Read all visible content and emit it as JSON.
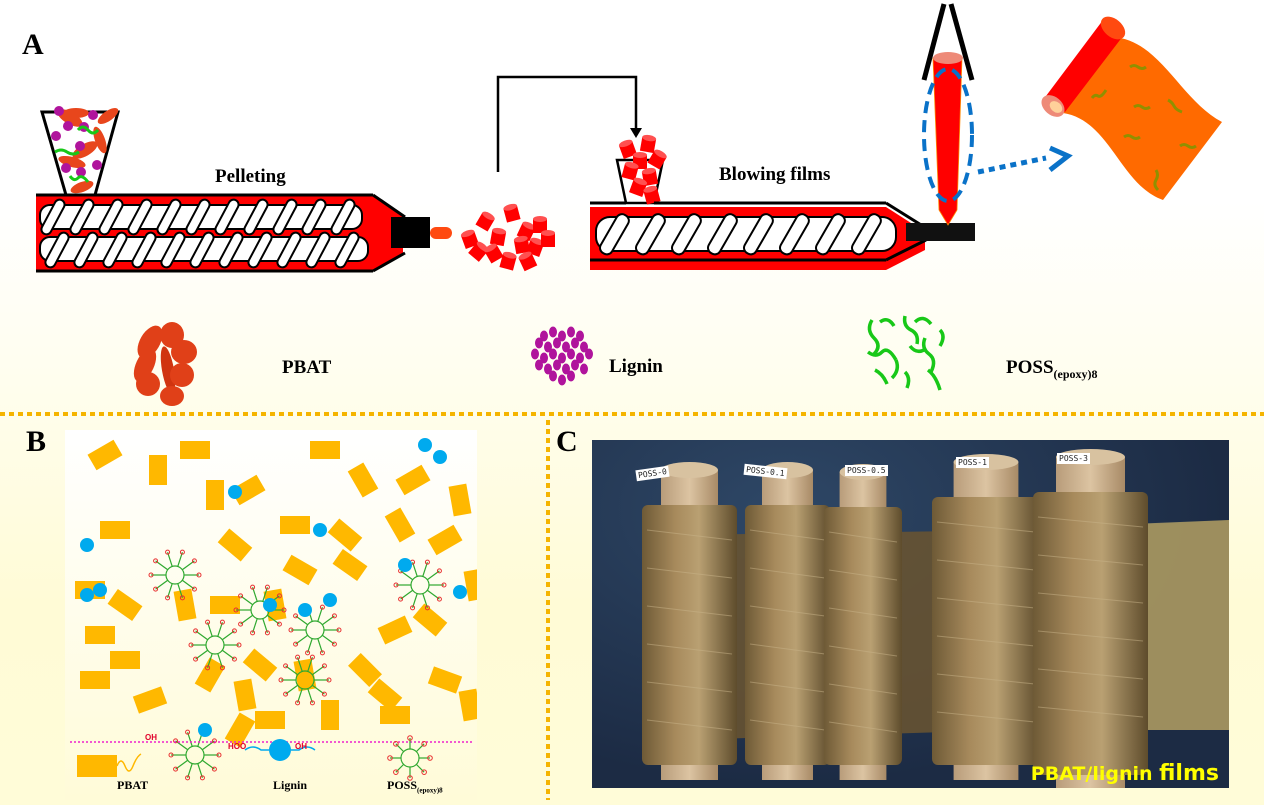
{
  "panels": {
    "A": {
      "letter": "A",
      "steps": {
        "pelleting": "Pelleting",
        "blowing": "Blowing films"
      },
      "legend": [
        {
          "name": "PBAT",
          "icon": "pbat-ellipsoids-icon"
        },
        {
          "name": "Lignin",
          "icon": "lignin-spheres-icon"
        },
        {
          "name": "POSS",
          "sub": "(epoxy)8",
          "icon": "poss-chains-icon"
        }
      ]
    },
    "B": {
      "letter": "B",
      "legend": [
        {
          "name": "PBAT",
          "end_group": "OH"
        },
        {
          "name": "Lignin",
          "end_groups": [
            "HOO",
            "OH"
          ]
        },
        {
          "name": "POSS",
          "sub": "(epoxy)8"
        }
      ]
    },
    "C": {
      "letter": "C",
      "roll_labels": [
        "POSS-0",
        "POSS-0.1",
        "POSS-0.5",
        "POSS-1",
        "POSS-3"
      ],
      "caption_a": "PBAT/lignin ",
      "caption_b": "films"
    }
  },
  "colors": {
    "extruder_red": "#ff0000",
    "pbat_orange": "#e8461c",
    "lignin_purple": "#b0149c",
    "poss_green": "#18c818",
    "film_orange": "#ff6a00",
    "arrow_blue": "#0a72c8",
    "divider_gold": "#f5b400",
    "pbat_block": "#ffb800",
    "lignin_blue": "#00aaee",
    "caption_yellow": "#ffff00"
  }
}
